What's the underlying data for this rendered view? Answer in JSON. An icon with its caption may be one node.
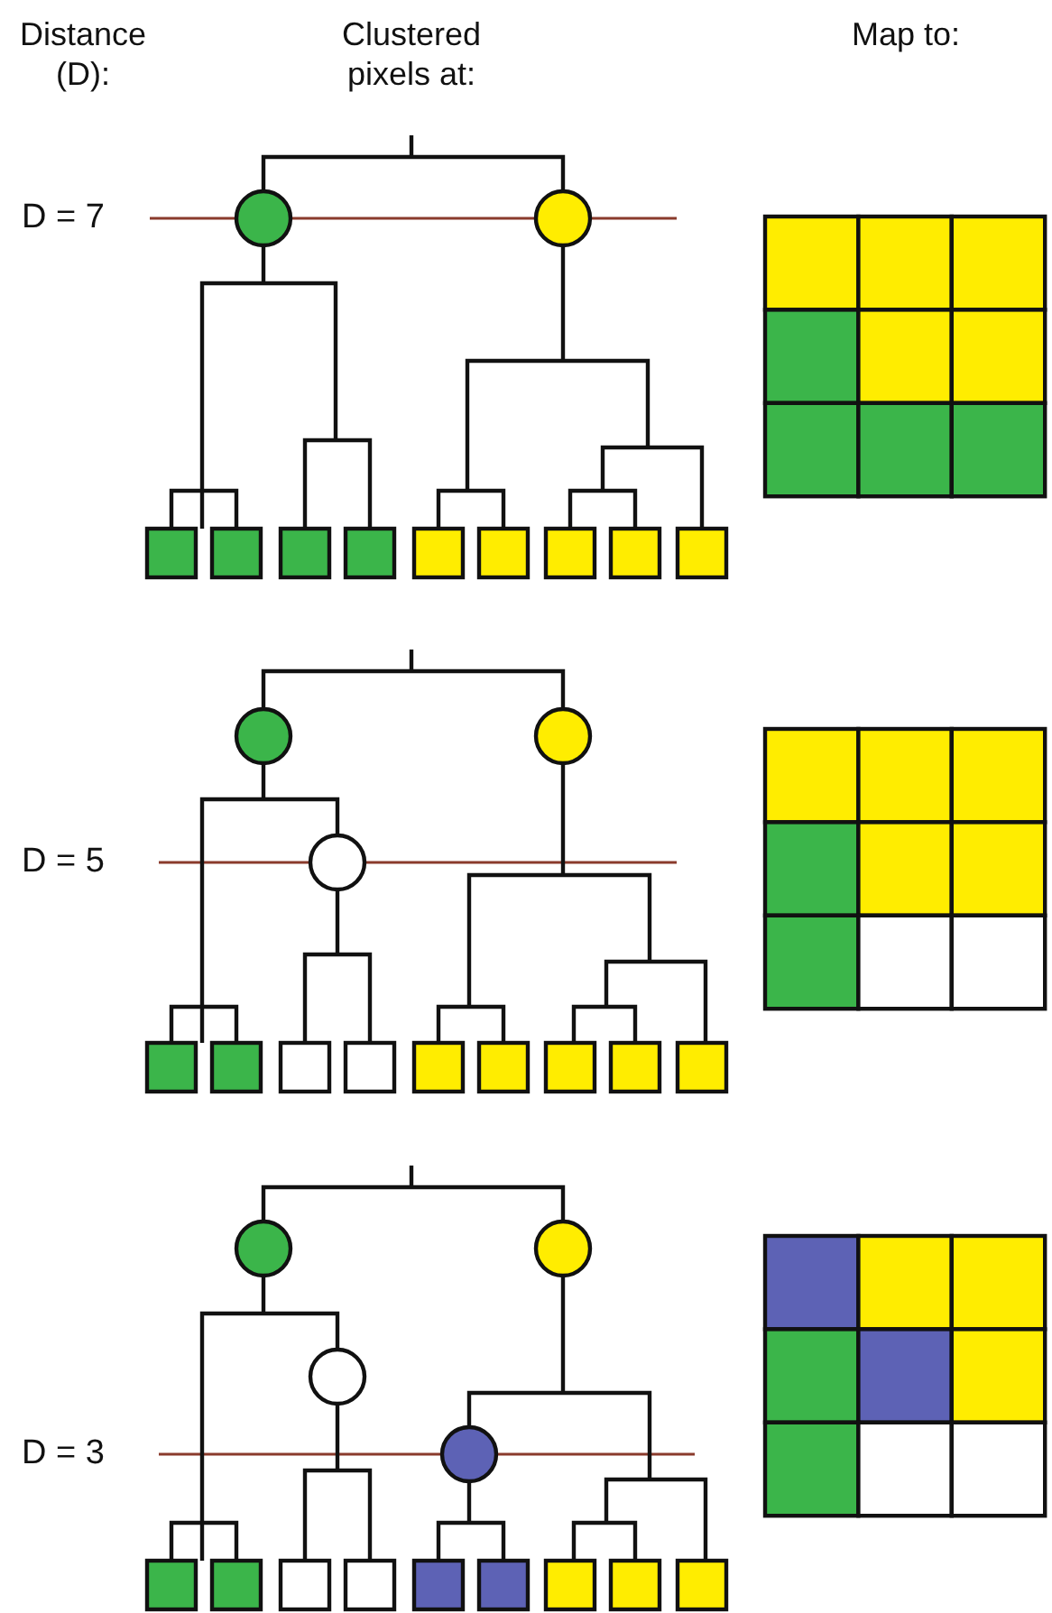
{
  "diagram": {
    "labels": [
      "Distance (D):",
      "Clustered pixels at:",
      "Map to:",
      "D = 7",
      "D = 5",
      "D = 3"
    ]
  }
}
